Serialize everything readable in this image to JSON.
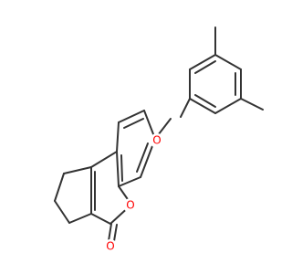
{
  "molecule": {
    "atoms": [
      {
        "id": "o_ether",
        "label": "O",
        "color": "#ff0000"
      },
      {
        "id": "o_ring",
        "label": "O",
        "color": "#ff0000"
      },
      {
        "id": "o_carbonyl",
        "label": "O",
        "color": "#ff0000"
      }
    ],
    "bond_color": "#333333",
    "background": "#ffffff"
  }
}
